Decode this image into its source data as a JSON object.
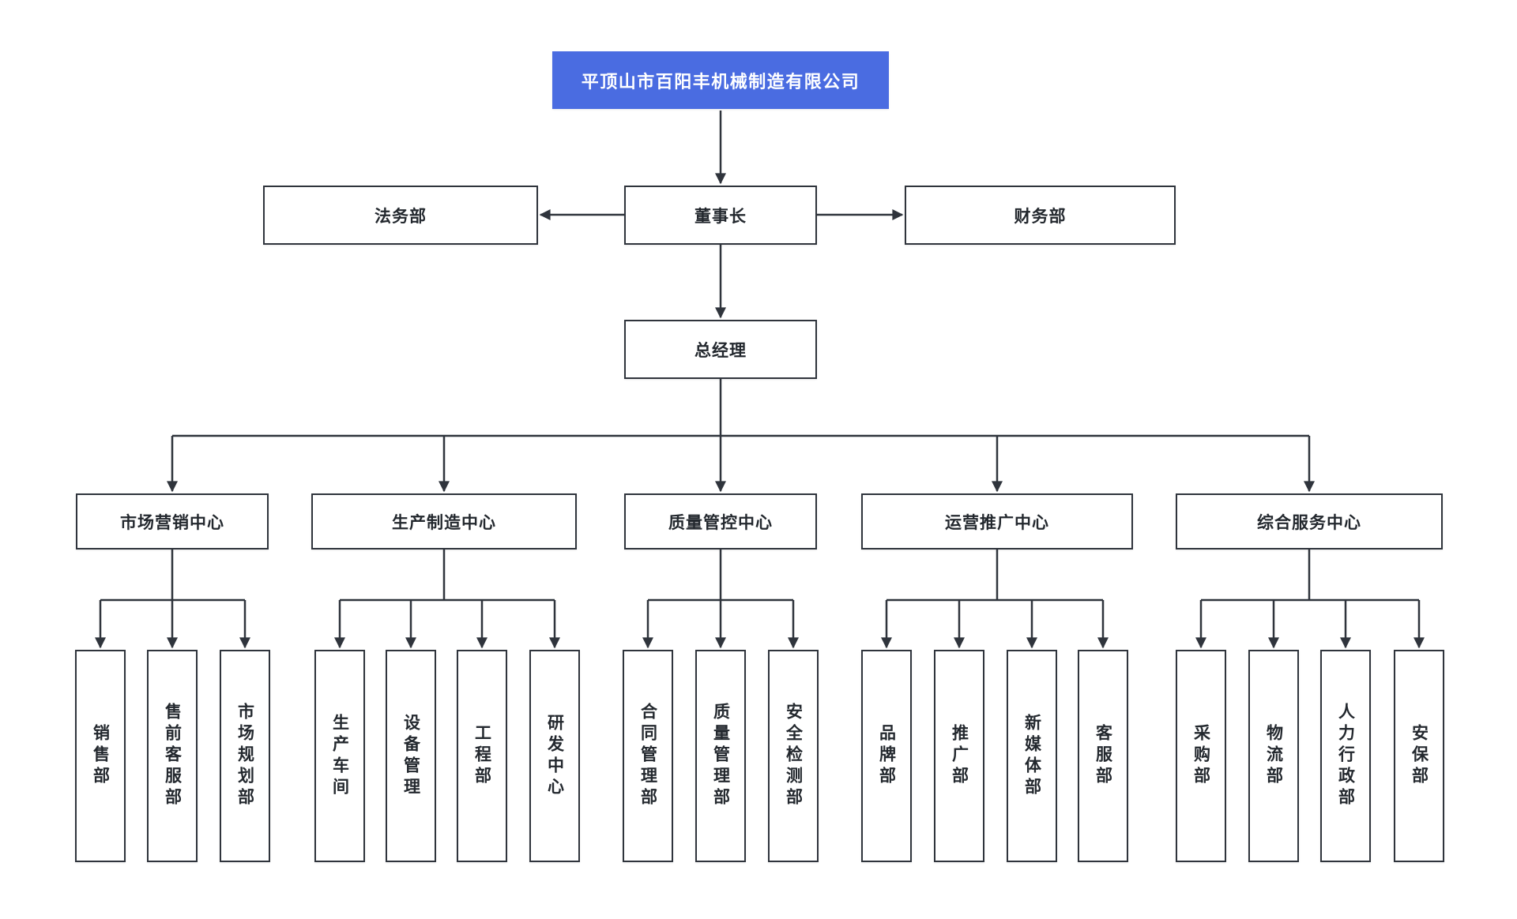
{
  "colors": {
    "accent_blue": "#4a6ce1",
    "line": "#2f343c",
    "box_background": "#ffffff",
    "text": "#23282e"
  },
  "org": {
    "company": {
      "label": "平顶山市百阳丰机械制造有限公司"
    },
    "chairman": {
      "label": "董事长"
    },
    "legal": {
      "label": "法务部"
    },
    "finance": {
      "label": "财务部"
    },
    "general_manager": {
      "label": "总经理"
    },
    "centers": [
      {
        "label": "市场营销中心",
        "children": [
          {
            "label": "销售部"
          },
          {
            "label": "售前客服部"
          },
          {
            "label": "市场规划部"
          }
        ]
      },
      {
        "label": "生产制造中心",
        "children": [
          {
            "label": "生产车间"
          },
          {
            "label": "设备管理"
          },
          {
            "label": "工程部"
          },
          {
            "label": "研发中心"
          }
        ]
      },
      {
        "label": "质量管控中心",
        "children": [
          {
            "label": "合同管理部"
          },
          {
            "label": "质量管理部"
          },
          {
            "label": "安全检测部"
          }
        ]
      },
      {
        "label": "运营推广中心",
        "children": [
          {
            "label": "品牌部"
          },
          {
            "label": "推广部"
          },
          {
            "label": "新媒体部"
          },
          {
            "label": "客服部"
          }
        ]
      },
      {
        "label": "综合服务中心",
        "children": [
          {
            "label": "采购部"
          },
          {
            "label": "物流部"
          },
          {
            "label": "人力行政部"
          },
          {
            "label": "安保部"
          }
        ]
      }
    ]
  }
}
